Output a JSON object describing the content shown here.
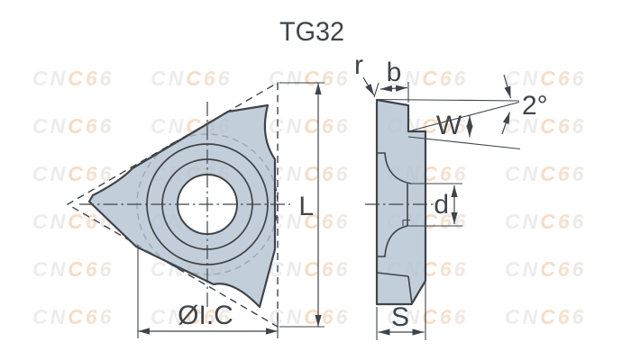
{
  "title": "TG32",
  "watermark": {
    "text": "CNC66",
    "char_colors": [
      "#ededed",
      "#ececec",
      "#f7ddc4",
      "#f5e1cd",
      "#efe9e4"
    ]
  },
  "front_view": {
    "dim_length": "L",
    "dim_inscribed_circle": "ØI.C"
  },
  "side_view": {
    "dim_corner_radius": "r",
    "dim_land_width": "b",
    "dim_relief_angle": "2°",
    "dim_groove_width": "W",
    "dim_hole_diameter": "d",
    "dim_thickness": "S"
  },
  "colors": {
    "line": "#3f444a",
    "insert_fill": "#c7d2dc",
    "background": "#ffffff",
    "watermark_gray": "#ededed",
    "watermark_peach": "#f7ddc4"
  }
}
